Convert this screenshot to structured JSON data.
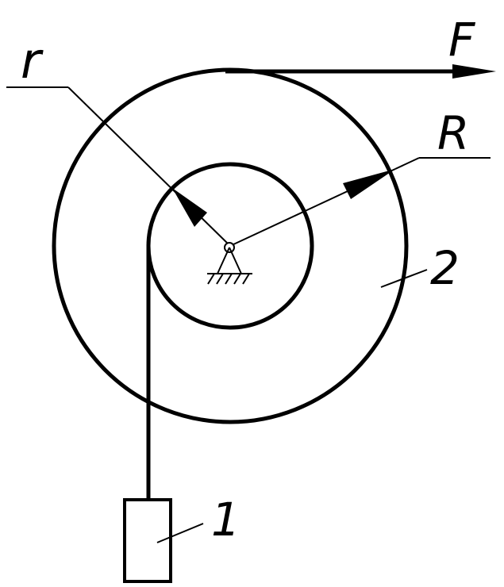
{
  "diagram": {
    "labels": {
      "force": "F",
      "outer_radius": "R",
      "inner_radius": "r",
      "body_1": "1",
      "body_2": "2"
    },
    "colors": {
      "stroke": "#000000",
      "background": "#ffffff"
    }
  }
}
